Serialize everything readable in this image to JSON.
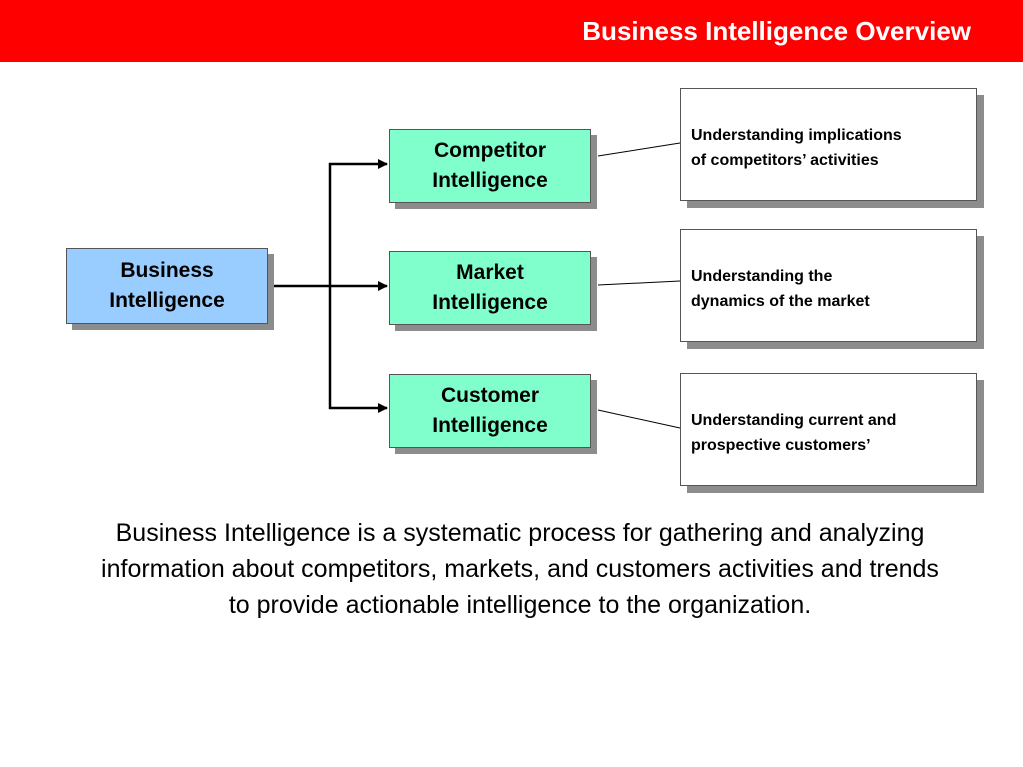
{
  "header": {
    "title": "Business Intelligence Overview",
    "background_color": "#ff0000"
  },
  "diagram": {
    "root": {
      "label": "Business\nIntelligence",
      "fill_color": "#99ccff"
    },
    "categories": [
      {
        "label": "Competitor\nIntelligence",
        "description": "Understanding implications\nof competitors’ activities"
      },
      {
        "label": "Market\nIntelligence",
        "description": "Understanding the\ndynamics of the market"
      },
      {
        "label": "Customer\nIntelligence",
        "description": "Understanding current and\nprospective customers’"
      }
    ],
    "category_fill_color": "#80ffcc"
  },
  "summary": "Business Intelligence is a systematic process for gathering and analyzing information about competitors, markets, and customers activities and trends to provide actionable intelligence to the organization."
}
